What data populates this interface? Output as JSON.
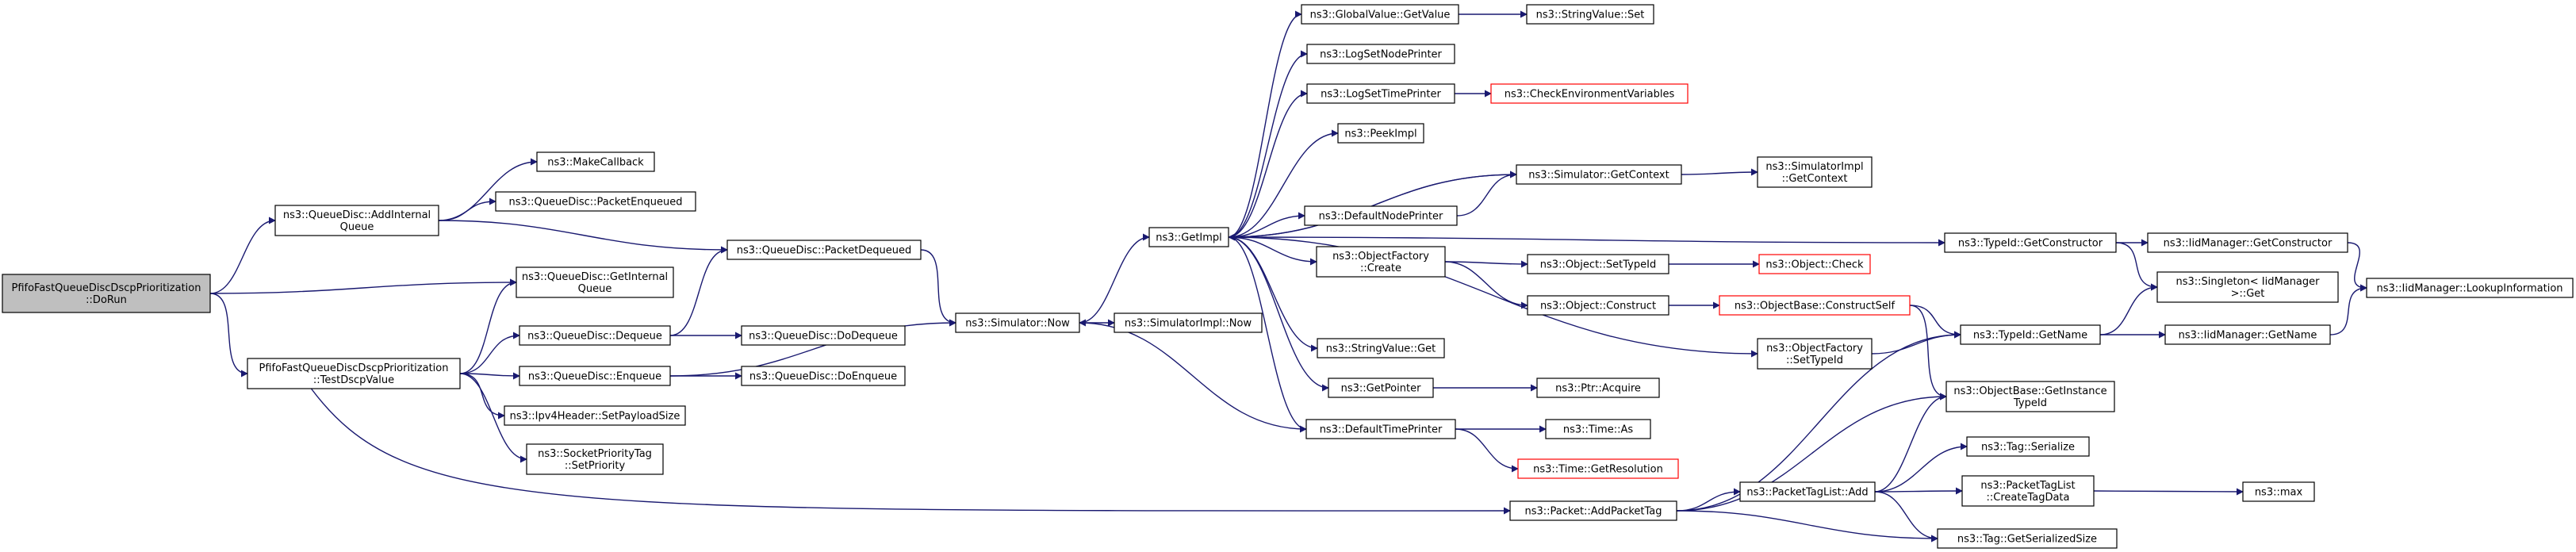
{
  "colors": {
    "edge": "#191970",
    "node_border": "#000000",
    "node_fill": "#ffffff",
    "root_fill": "#bfbfbf",
    "incomplete_border": "#ff0000"
  },
  "nodes": [
    {
      "id": "root",
      "lines": [
        "PfifoFastQueueDiscDscpPrioritization",
        "::DoRun"
      ],
      "style": "root"
    },
    {
      "id": "addInternal",
      "lines": [
        "ns3::QueueDisc::AddInternal",
        "Queue"
      ]
    },
    {
      "id": "testDscp",
      "lines": [
        "PfifoFastQueueDiscDscpPrioritization",
        "::TestDscpValue"
      ]
    },
    {
      "id": "makeCallback",
      "lines": [
        "ns3::MakeCallback"
      ]
    },
    {
      "id": "packetEnqueued",
      "lines": [
        "ns3::QueueDisc::PacketEnqueued"
      ]
    },
    {
      "id": "packetDequeued",
      "lines": [
        "ns3::QueueDisc::PacketDequeued"
      ]
    },
    {
      "id": "getInternalQueue",
      "lines": [
        "ns3::QueueDisc::GetInternal",
        "Queue"
      ]
    },
    {
      "id": "dequeue",
      "lines": [
        "ns3::QueueDisc::Dequeue"
      ]
    },
    {
      "id": "enqueue",
      "lines": [
        "ns3::QueueDisc::Enqueue"
      ]
    },
    {
      "id": "ipv4",
      "lines": [
        "ns3::Ipv4Header::SetPayloadSize"
      ]
    },
    {
      "id": "socketPrio",
      "lines": [
        "ns3::SocketPriorityTag",
        "::SetPriority"
      ]
    },
    {
      "id": "doDequeue",
      "lines": [
        "ns3::QueueDisc::DoDequeue"
      ]
    },
    {
      "id": "doEnqueue",
      "lines": [
        "ns3::QueueDisc::DoEnqueue"
      ]
    },
    {
      "id": "simNow",
      "lines": [
        "ns3::Simulator::Now"
      ]
    },
    {
      "id": "simImplNow",
      "lines": [
        "ns3::SimulatorImpl::Now"
      ]
    },
    {
      "id": "getImpl",
      "lines": [
        "ns3::GetImpl"
      ]
    },
    {
      "id": "globalGetValue",
      "lines": [
        "ns3::GlobalValue::GetValue"
      ]
    },
    {
      "id": "stringValueSet",
      "lines": [
        "ns3::StringValue::Set"
      ]
    },
    {
      "id": "logSetNode",
      "lines": [
        "ns3::LogSetNodePrinter"
      ]
    },
    {
      "id": "logSetTime",
      "lines": [
        "ns3::LogSetTimePrinter"
      ]
    },
    {
      "id": "checkEnv",
      "lines": [
        "ns3::CheckEnvironmentVariables"
      ],
      "style": "incomplete"
    },
    {
      "id": "peekImpl",
      "lines": [
        "ns3::PeekImpl"
      ]
    },
    {
      "id": "simGetContext",
      "lines": [
        "ns3::Simulator::GetContext"
      ]
    },
    {
      "id": "simImplGetContext",
      "lines": [
        "ns3::SimulatorImpl",
        "::GetContext"
      ]
    },
    {
      "id": "defaultNodePrinter",
      "lines": [
        "ns3::DefaultNodePrinter"
      ]
    },
    {
      "id": "objFactoryCreate",
      "lines": [
        "ns3::ObjectFactory",
        "::Create"
      ]
    },
    {
      "id": "objSetTypeId",
      "lines": [
        "ns3::Object::SetTypeId"
      ]
    },
    {
      "id": "objCheck",
      "lines": [
        "ns3::Object::Check"
      ],
      "style": "incomplete"
    },
    {
      "id": "objConstruct",
      "lines": [
        "ns3::Object::Construct"
      ]
    },
    {
      "id": "constructSelf",
      "lines": [
        "ns3::ObjectBase::ConstructSelf"
      ],
      "style": "incomplete"
    },
    {
      "id": "stringValueGet",
      "lines": [
        "ns3::StringValue::Get"
      ]
    },
    {
      "id": "objFactorySetTypeId",
      "lines": [
        "ns3::ObjectFactory",
        "::SetTypeId"
      ]
    },
    {
      "id": "getPointer",
      "lines": [
        "ns3::GetPointer"
      ]
    },
    {
      "id": "ptrAcquire",
      "lines": [
        "ns3::Ptr::Acquire"
      ]
    },
    {
      "id": "defaultTimePrinter",
      "lines": [
        "ns3::DefaultTimePrinter"
      ]
    },
    {
      "id": "timeAs",
      "lines": [
        "ns3::Time::As"
      ]
    },
    {
      "id": "timeGetRes",
      "lines": [
        "ns3::Time::GetResolution"
      ],
      "style": "incomplete"
    },
    {
      "id": "typeIdGetConstructor",
      "lines": [
        "ns3::TypeId::GetConstructor"
      ]
    },
    {
      "id": "iidGetConstructor",
      "lines": [
        "ns3::IidManager::GetConstructor"
      ]
    },
    {
      "id": "singletonGet",
      "lines": [
        "ns3::Singleton< IidManager",
        ">::Get"
      ]
    },
    {
      "id": "iidLookup",
      "lines": [
        "ns3::IidManager::LookupInformation"
      ]
    },
    {
      "id": "typeIdGetName",
      "lines": [
        "ns3::TypeId::GetName"
      ]
    },
    {
      "id": "iidGetName",
      "lines": [
        "ns3::IidManager::GetName"
      ]
    },
    {
      "id": "getInstanceTypeId",
      "lines": [
        "ns3::ObjectBase::GetInstance",
        "TypeId"
      ]
    },
    {
      "id": "packetAddTag",
      "lines": [
        "ns3::Packet::AddPacketTag"
      ]
    },
    {
      "id": "tagListAdd",
      "lines": [
        "ns3::PacketTagList::Add"
      ]
    },
    {
      "id": "tagSerialize",
      "lines": [
        "ns3::Tag::Serialize"
      ]
    },
    {
      "id": "createTagData",
      "lines": [
        "ns3::PacketTagList",
        "::CreateTagData"
      ]
    },
    {
      "id": "nsMax",
      "lines": [
        "ns3::max"
      ]
    },
    {
      "id": "tagGetSerSize",
      "lines": [
        "ns3::Tag::GetSerializedSize"
      ]
    }
  ],
  "edges": [
    [
      "root",
      "addInternal"
    ],
    [
      "root",
      "getInternalQueue"
    ],
    [
      "root",
      "testDscp"
    ],
    [
      "addInternal",
      "makeCallback"
    ],
    [
      "addInternal",
      "packetEnqueued"
    ],
    [
      "addInternal",
      "packetDequeued"
    ],
    [
      "testDscp",
      "getInternalQueue"
    ],
    [
      "testDscp",
      "dequeue"
    ],
    [
      "testDscp",
      "enqueue"
    ],
    [
      "testDscp",
      "ipv4"
    ],
    [
      "testDscp",
      "socketPrio"
    ],
    [
      "testDscp",
      "packetAddTag"
    ],
    [
      "dequeue",
      "packetDequeued"
    ],
    [
      "dequeue",
      "doDequeue"
    ],
    [
      "enqueue",
      "doEnqueue"
    ],
    [
      "enqueue",
      "simNow"
    ],
    [
      "packetDequeued",
      "simNow"
    ],
    [
      "simNow",
      "getImpl"
    ],
    [
      "simNow",
      "simImplNow"
    ],
    [
      "getImpl",
      "globalGetValue"
    ],
    [
      "getImpl",
      "logSetNode"
    ],
    [
      "getImpl",
      "logSetTime"
    ],
    [
      "getImpl",
      "peekImpl"
    ],
    [
      "getImpl",
      "simGetContext"
    ],
    [
      "getImpl",
      "defaultNodePrinter"
    ],
    [
      "getImpl",
      "objFactoryCreate"
    ],
    [
      "getImpl",
      "stringValueGet"
    ],
    [
      "getImpl",
      "objFactorySetTypeId"
    ],
    [
      "getImpl",
      "getPointer"
    ],
    [
      "getImpl",
      "defaultTimePrinter"
    ],
    [
      "getImpl",
      "typeIdGetConstructor"
    ],
    [
      "globalGetValue",
      "stringValueSet"
    ],
    [
      "logSetTime",
      "checkEnv"
    ],
    [
      "simGetContext",
      "simImplGetContext"
    ],
    [
      "simGetContext",
      "getImpl"
    ],
    [
      "defaultNodePrinter",
      "simGetContext"
    ],
    [
      "objFactoryCreate",
      "objSetTypeId"
    ],
    [
      "objFactoryCreate",
      "objConstruct"
    ],
    [
      "objSetTypeId",
      "objCheck"
    ],
    [
      "objConstruct",
      "constructSelf"
    ],
    [
      "constructSelf",
      "typeIdGetName"
    ],
    [
      "constructSelf",
      "getInstanceTypeId"
    ],
    [
      "objFactorySetTypeId",
      "typeIdGetName"
    ],
    [
      "getPointer",
      "ptrAcquire"
    ],
    [
      "defaultTimePrinter",
      "timeAs"
    ],
    [
      "defaultTimePrinter",
      "timeGetRes"
    ],
    [
      "defaultTimePrinter",
      "simNow"
    ],
    [
      "typeIdGetConstructor",
      "iidGetConstructor"
    ],
    [
      "typeIdGetConstructor",
      "singletonGet"
    ],
    [
      "iidGetConstructor",
      "iidLookup"
    ],
    [
      "typeIdGetName",
      "singletonGet"
    ],
    [
      "typeIdGetName",
      "iidGetName"
    ],
    [
      "iidGetName",
      "iidLookup"
    ],
    [
      "packetAddTag",
      "typeIdGetName"
    ],
    [
      "packetAddTag",
      "getInstanceTypeId"
    ],
    [
      "packetAddTag",
      "tagListAdd"
    ],
    [
      "packetAddTag",
      "tagGetSerSize"
    ],
    [
      "tagListAdd",
      "getInstanceTypeId"
    ],
    [
      "tagListAdd",
      "tagSerialize"
    ],
    [
      "tagListAdd",
      "createTagData"
    ],
    [
      "tagListAdd",
      "tagGetSerSize"
    ],
    [
      "createTagData",
      "nsMax"
    ]
  ]
}
